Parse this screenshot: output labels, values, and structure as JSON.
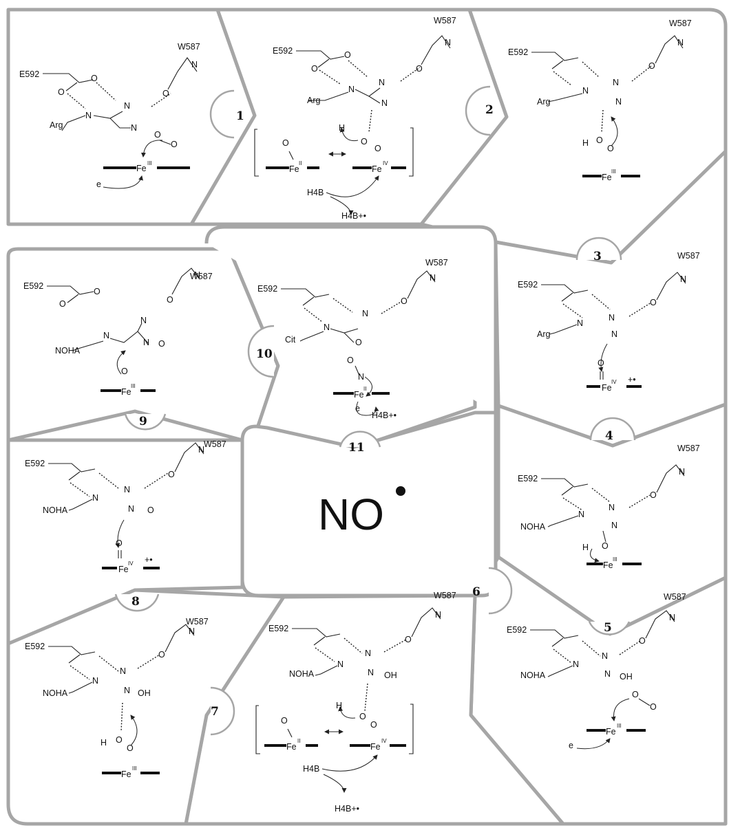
{
  "labels": {
    "e592": "E592",
    "w587": "W587",
    "arg": "Arg",
    "noha": "NOHA",
    "cit": "Cit",
    "no_text": "NO",
    "h4b": "H4B",
    "h4b_radical": "H4B+•"
  },
  "steps": [
    "1",
    "2",
    "3",
    "4",
    "5",
    "6",
    "7",
    "8",
    "9",
    "10",
    "11"
  ],
  "colors": {
    "panel_border": "#a6a6a6",
    "text": "#111111"
  }
}
